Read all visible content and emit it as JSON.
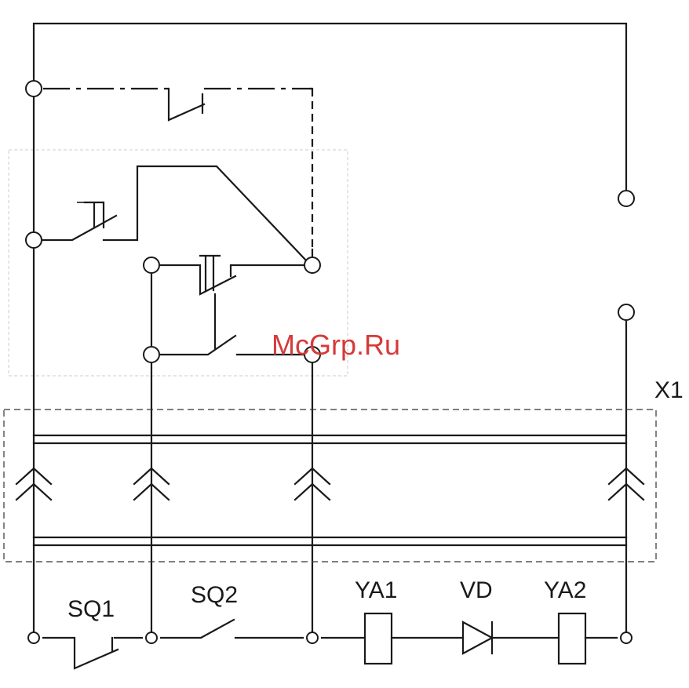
{
  "labels": {
    "x1": "X1",
    "sq1": "SQ1",
    "sq2": "SQ2",
    "ya1": "YA1",
    "vd": "VD",
    "ya2": "YA2"
  },
  "watermark": "McGrp.Ru",
  "colors": {
    "line": "#1a1a1a",
    "watermark": "#d63a3a",
    "background": "#ffffff"
  }
}
